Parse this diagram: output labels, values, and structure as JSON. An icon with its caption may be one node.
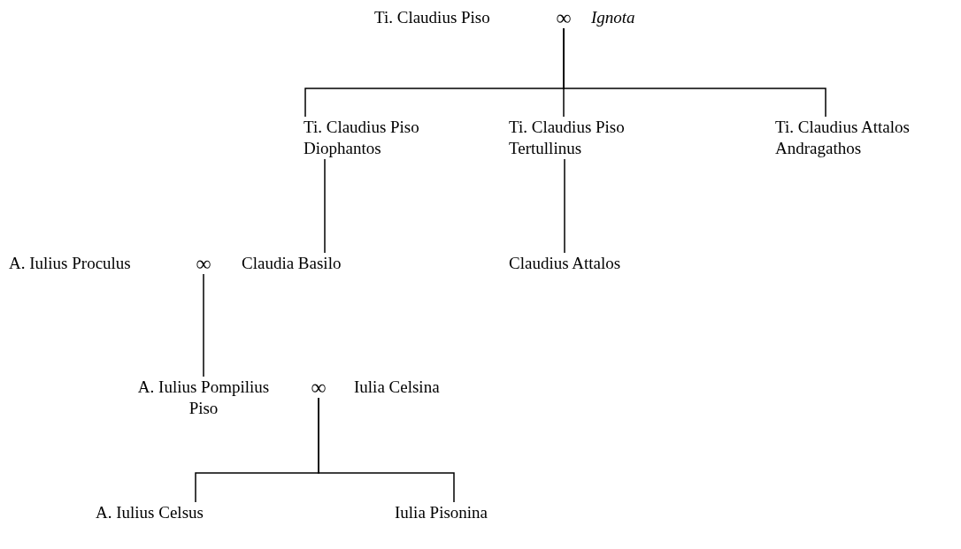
{
  "diagram": {
    "nodes": [
      {
        "text": [
          "Ti. Claudius Piso"
        ]
      },
      {
        "text": [
          "∞"
        ]
      },
      {
        "text": [
          "Ignota"
        ]
      },
      {
        "text": [
          "Ti. Claudius Piso Diophantos"
        ]
      },
      {
        "text": [
          "Ti. Claudius Piso Tertullinus"
        ]
      },
      {
        "text": [
          "Ti. Claudius Attalos Andragathos"
        ]
      },
      {
        "text": [
          "A. Iulius Proculus"
        ]
      },
      {
        "text": [
          "∞"
        ]
      },
      {
        "text": [
          "Claudia Basilo"
        ]
      },
      {
        "text": [
          "Claudius Attalos"
        ]
      },
      {
        "text": [
          "A. Iulius Pompilius Piso"
        ]
      },
      {
        "text": [
          "∞"
        ]
      },
      {
        "text": [
          "Iulia Celsina"
        ]
      },
      {
        "text": [
          "A. Iulius Celsus"
        ]
      },
      {
        "text": [
          "Iulia Pisonina"
        ]
      }
    ],
    "edges": [
      {
        "from": 1,
        "to": 3,
        "arrow": "none"
      },
      {
        "from": 1,
        "to": 4,
        "arrow": "none"
      },
      {
        "from": 1,
        "to": 5,
        "arrow": "none"
      },
      {
        "from": 3,
        "to": 8,
        "arrow": "none"
      },
      {
        "from": 4,
        "to": 9,
        "arrow": "none"
      },
      {
        "from": 7,
        "to": 10,
        "arrow": "none"
      },
      {
        "from": 11,
        "to": 13,
        "arrow": "none"
      },
      {
        "from": 11,
        "to": 14,
        "arrow": "none"
      }
    ]
  }
}
